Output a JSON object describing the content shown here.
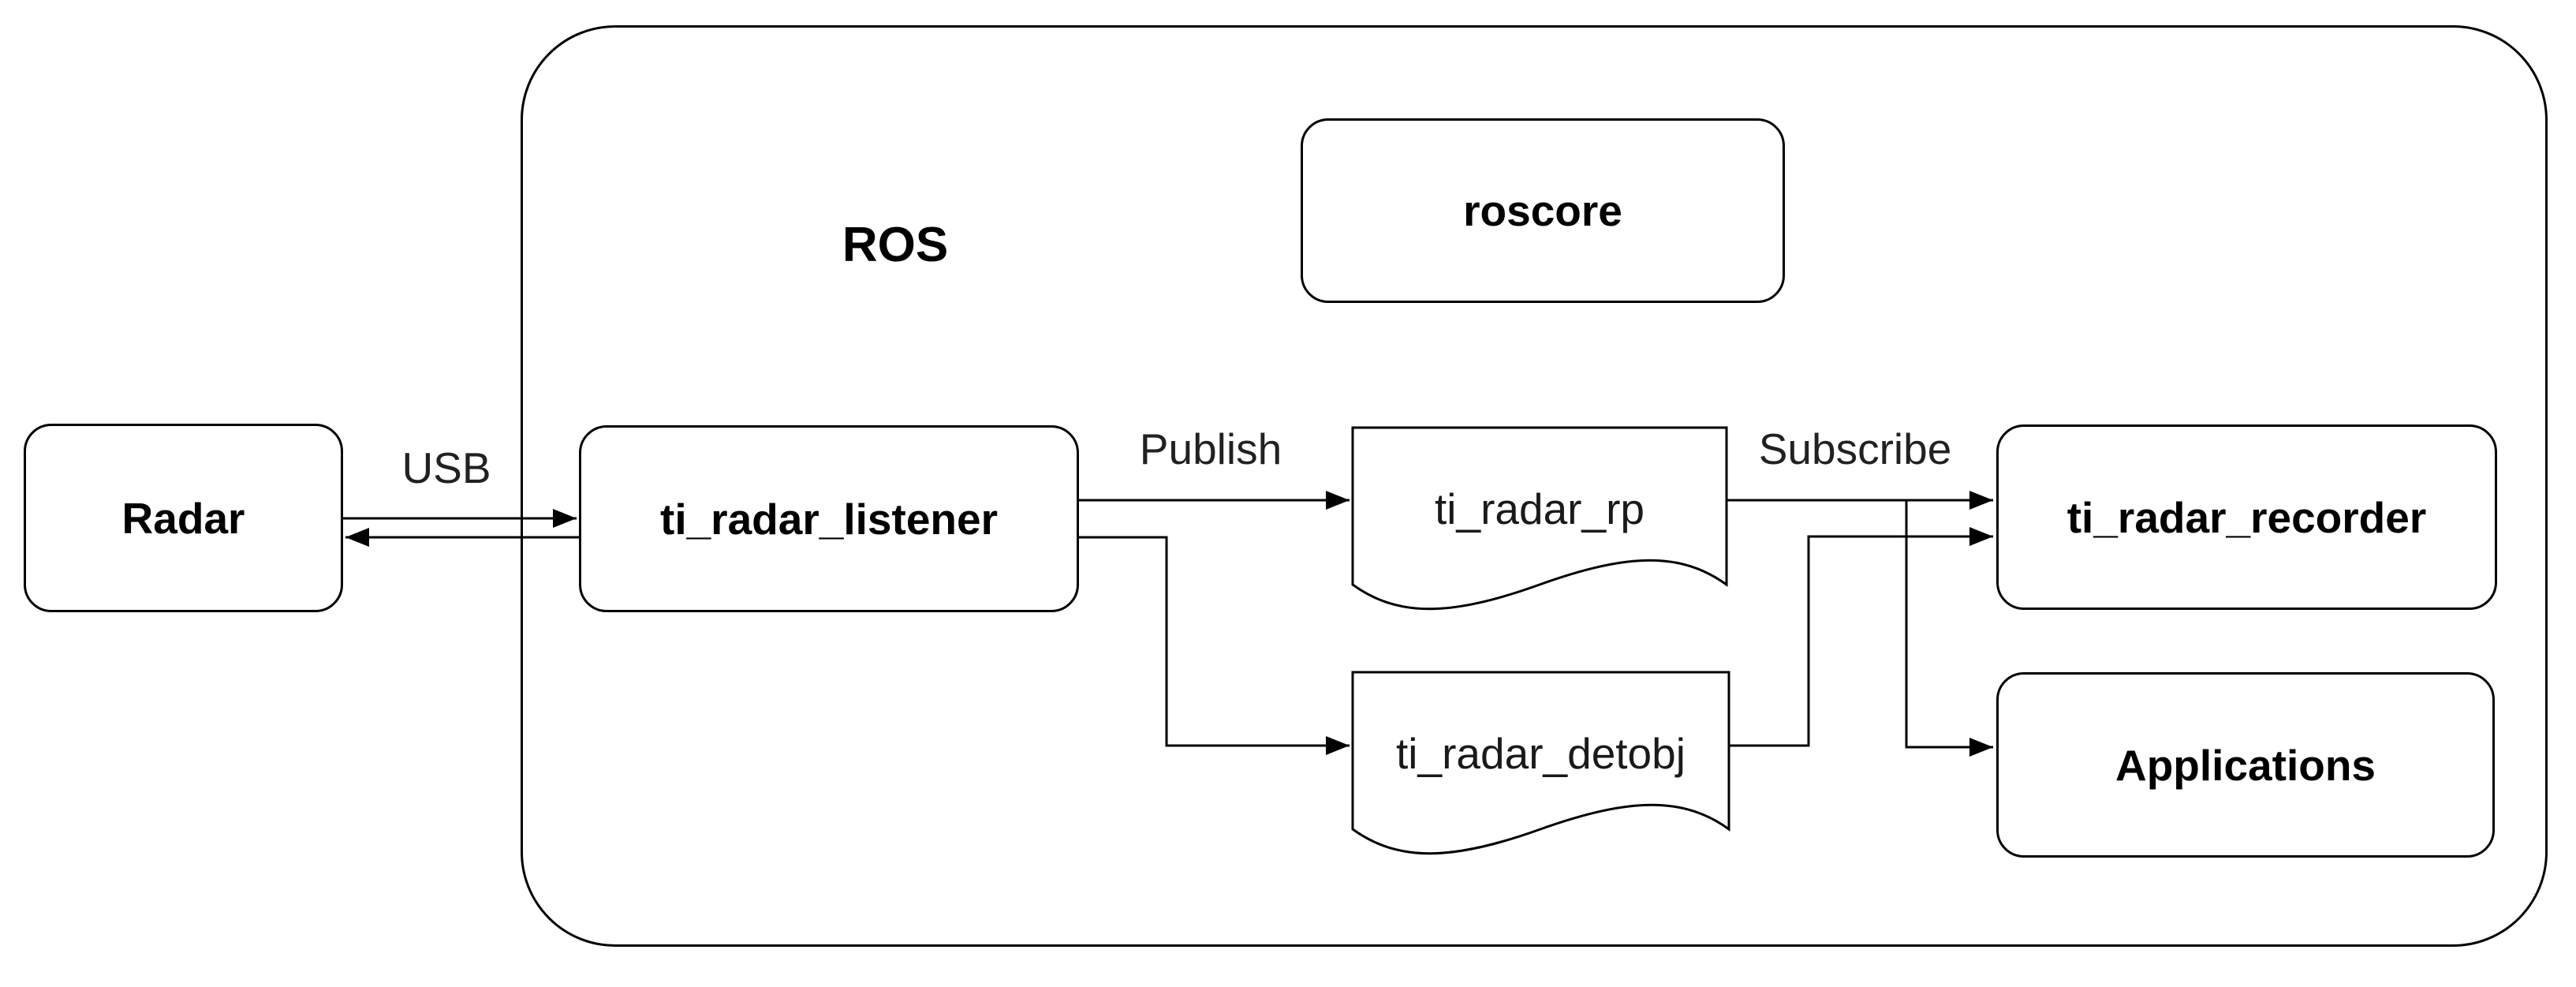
{
  "diagram": {
    "container_label": "ROS",
    "nodes": {
      "radar": {
        "label": "Radar"
      },
      "roscore": {
        "label": "roscore"
      },
      "listener": {
        "label": "ti_radar_listener"
      },
      "rp_topic": {
        "label": "ti_radar_rp"
      },
      "detobj_topic": {
        "label": "ti_radar_detobj"
      },
      "recorder": {
        "label": "ti_radar_recorder"
      },
      "applications": {
        "label": "Applications"
      }
    },
    "edges": {
      "usb": {
        "label": "USB"
      },
      "publish": {
        "label": "Publish"
      },
      "subscribe": {
        "label": "Subscribe"
      }
    },
    "colors": {
      "stroke": "#000000",
      "canvas": "#ffffff",
      "edge_label_text": "#212121"
    }
  }
}
